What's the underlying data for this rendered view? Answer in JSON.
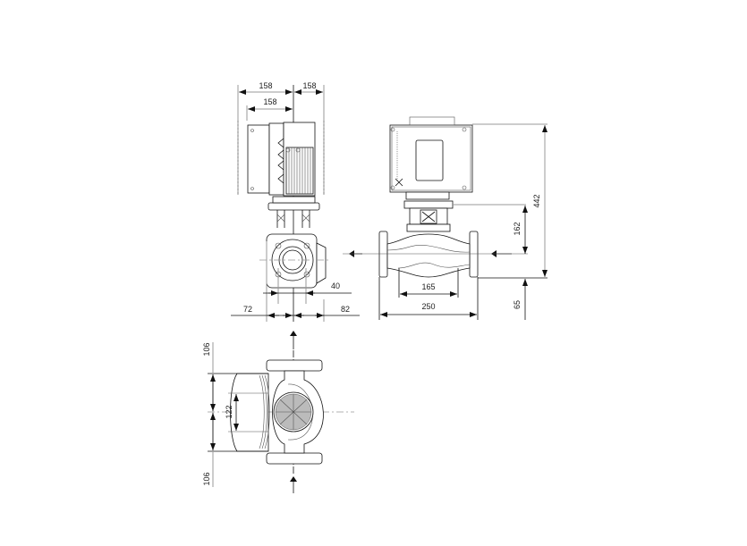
{
  "drawing": {
    "title": "Pump dimensional drawing",
    "colors": {
      "line": "#111111",
      "dimension_line": "#999999",
      "background": "#ffffff"
    },
    "views": {
      "side_view": {
        "dimensions": {
          "top_left_width": "158",
          "top_right_width": "158",
          "motor_width": "158",
          "flange_offset": "40",
          "base_left": "72",
          "base_right": "82"
        }
      },
      "front_view": {
        "dimensions": {
          "port_to_port_inner": "165",
          "port_to_port": "250",
          "total_height": "442",
          "shaft_height": "162",
          "base_height": "65"
        },
        "flow_arrows": [
          "outlet-arrow-left",
          "inlet-arrow-left"
        ]
      },
      "top_view": {
        "dimensions": {
          "upper_clearance": "106",
          "lower_clearance": "106",
          "body_height": "122"
        },
        "flow_arrows": [
          "flow-arrow-up-top",
          "flow-arrow-up-bottom"
        ]
      }
    }
  }
}
